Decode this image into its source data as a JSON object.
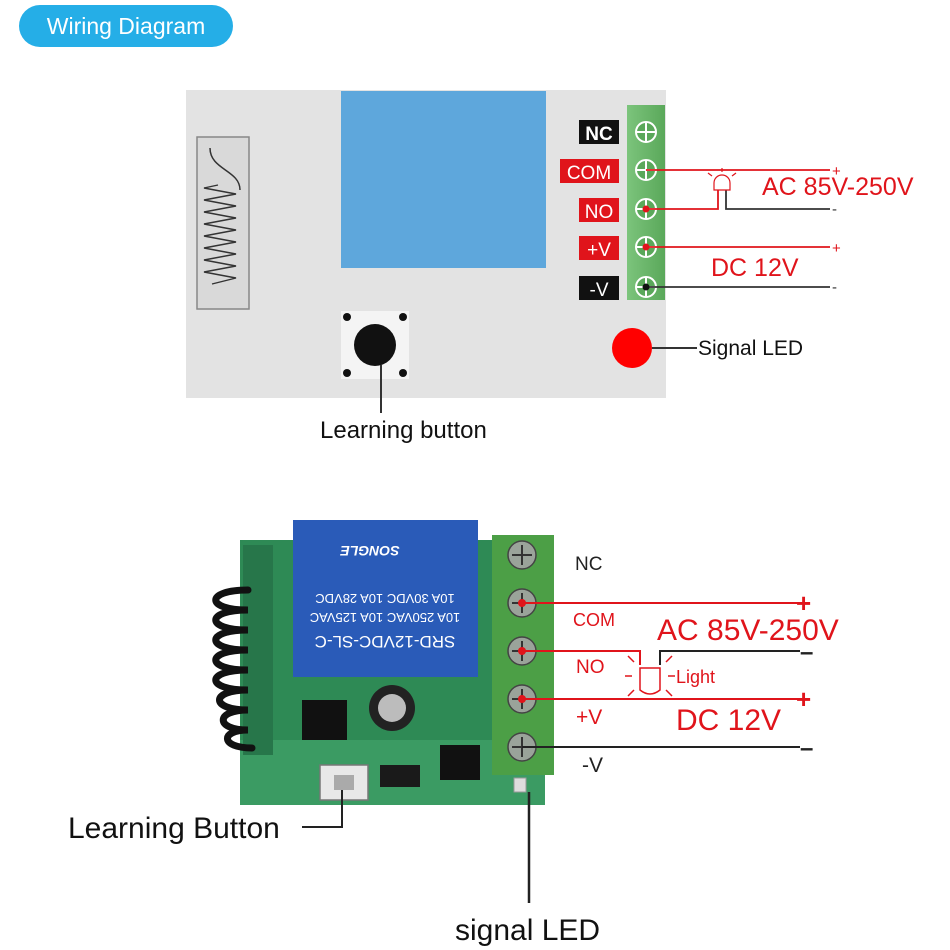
{
  "header": {
    "title": "Wiring Diagram"
  },
  "top": {
    "terminals": [
      "NC",
      "COM",
      "NO",
      "+V",
      "-V"
    ],
    "ac_label": "AC 85V-250V",
    "dc_label": "DC 12V",
    "plus": "+",
    "minus": "-",
    "signal_led": "Signal LED",
    "learning_button": "Learning button"
  },
  "bottom": {
    "terminals": [
      "NC",
      "COM",
      "NO",
      "+V",
      "-V"
    ],
    "ac_label": "AC 85V-250V",
    "dc_label": "DC 12V",
    "light": "Light",
    "plus": "+",
    "minus": "–",
    "learning_button": "Learning Button",
    "signal_led": "signal LED"
  },
  "relay": {
    "line1": "SRD-12VDC-SL-C",
    "line2": "10A 250VAC  10A 125VAC",
    "line3": "10A 30VDC  10A 28VDC",
    "brand": "SONGLE"
  },
  "colors": {
    "accent": "#25aee7",
    "red": "#e0141b",
    "green": "#6dbb6d",
    "panel": "#e3e3e3",
    "relay": "#2a5bb8"
  }
}
